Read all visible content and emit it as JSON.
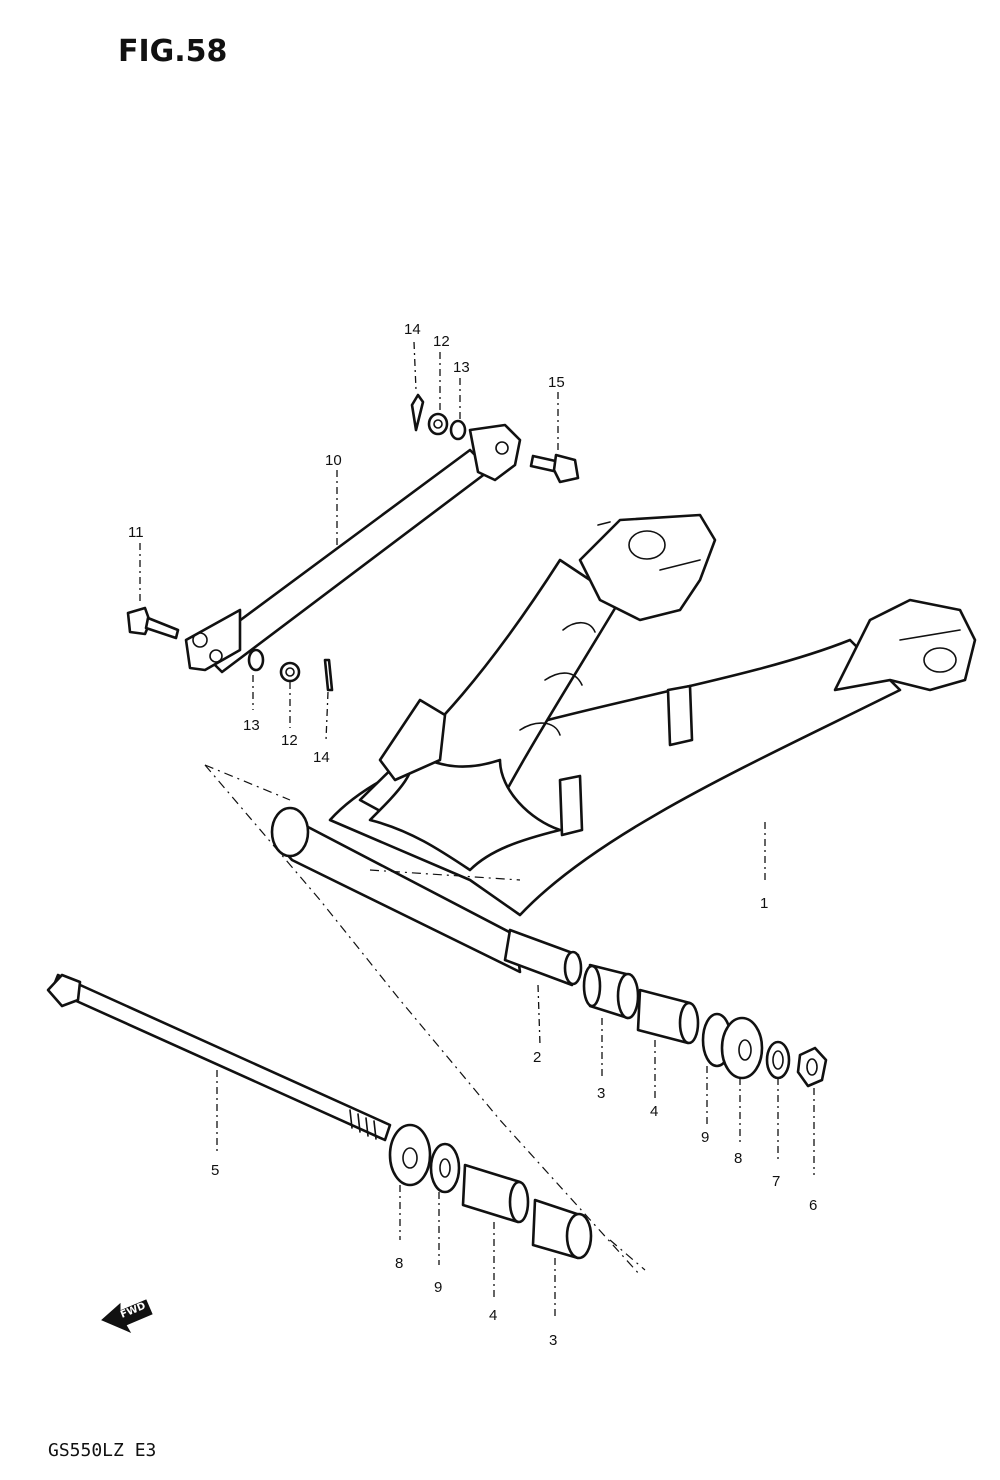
{
  "figure": {
    "title": "FIG.58",
    "model": "GS550LZ  E3"
  },
  "callouts": [
    {
      "id": "c14a",
      "text": "14"
    },
    {
      "id": "c12a",
      "text": "12"
    },
    {
      "id": "c13a",
      "text": "13"
    },
    {
      "id": "c15",
      "text": "15"
    },
    {
      "id": "c10",
      "text": "10"
    },
    {
      "id": "c11",
      "text": "11"
    },
    {
      "id": "c13b",
      "text": "13"
    },
    {
      "id": "c12b",
      "text": "12"
    },
    {
      "id": "c14b",
      "text": "14"
    },
    {
      "id": "c1",
      "text": "1"
    },
    {
      "id": "c2",
      "text": "2"
    },
    {
      "id": "c3a",
      "text": "3"
    },
    {
      "id": "c4a",
      "text": "4"
    },
    {
      "id": "c9a",
      "text": "9"
    },
    {
      "id": "c8a",
      "text": "8"
    },
    {
      "id": "c7",
      "text": "7"
    },
    {
      "id": "c6",
      "text": "6"
    },
    {
      "id": "c5",
      "text": "5"
    },
    {
      "id": "c8b",
      "text": "8"
    },
    {
      "id": "c9b",
      "text": "9"
    },
    {
      "id": "c4b",
      "text": "4"
    },
    {
      "id": "c3b",
      "text": "3"
    }
  ],
  "fwd_arrow": {
    "text": "FWD",
    "icon": "forward-arrow-icon"
  }
}
